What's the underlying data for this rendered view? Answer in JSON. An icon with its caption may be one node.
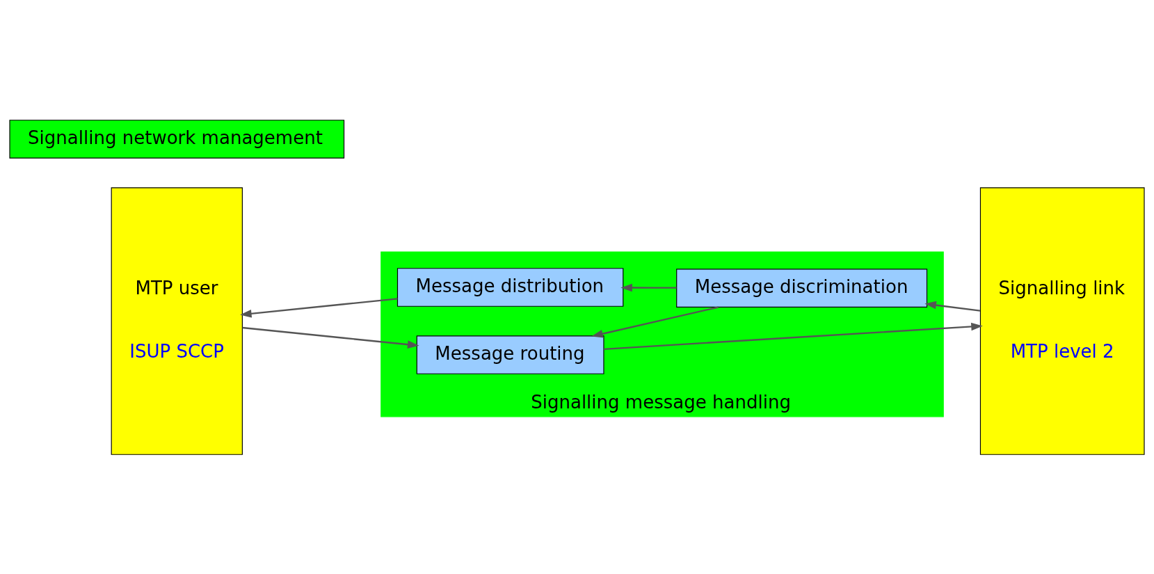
{
  "diagram": {
    "nodes": [
      {
        "text": [
          "MTP user",
          "ISUP SCCP"
        ]
      },
      {
        "text": [
          "Signalling message handling"
        ]
      },
      {
        "text": [
          "Message distribution"
        ],
        "in": 1
      },
      {
        "text": [
          "Message discrimination"
        ],
        "in": 1
      },
      {
        "text": [
          "Message routing"
        ],
        "in": 1
      },
      {
        "text": [
          "Signalling link",
          "MTP level 2"
        ]
      },
      {
        "text": [
          "Signalling network management"
        ]
      }
    ],
    "edges": [
      {
        "from": 5,
        "to": 3,
        "arrow": "to"
      },
      {
        "from": 3,
        "to": 2,
        "arrow": "to"
      },
      {
        "from": 2,
        "to": 0,
        "arrow": "to"
      },
      {
        "from": 3,
        "to": 4,
        "arrow": "to"
      },
      {
        "from": 0,
        "to": 4,
        "arrow": "to"
      },
      {
        "from": 4,
        "to": 5,
        "arrow": "to"
      }
    ]
  }
}
